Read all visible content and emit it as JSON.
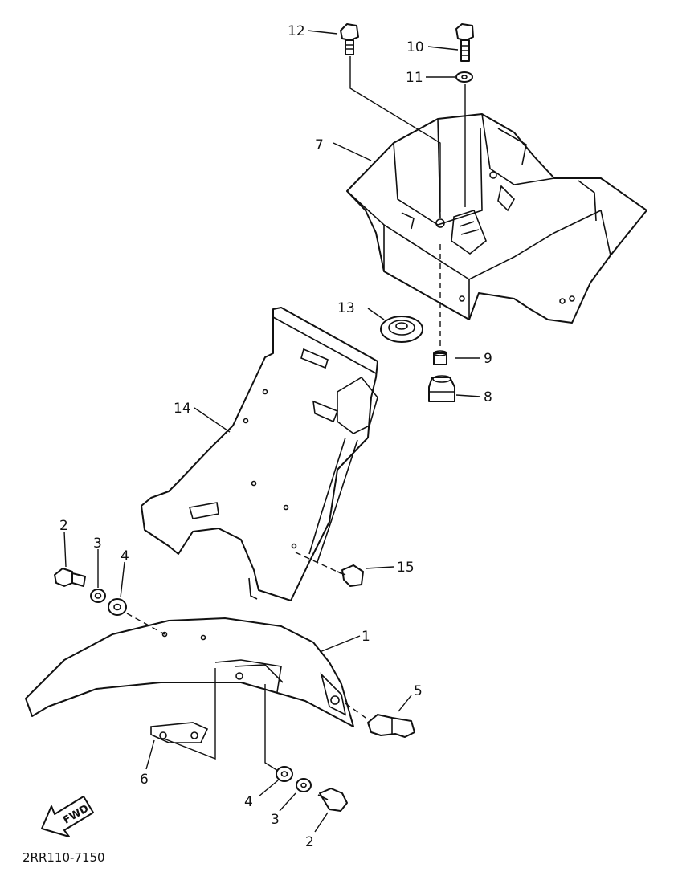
{
  "drawing_code": "2RR110-7150",
  "direction_label": "FWD",
  "callouts": {
    "p1": "1",
    "p2a": "2",
    "p2b": "2",
    "p3a": "3",
    "p3b": "3",
    "p4a": "4",
    "p4b": "4",
    "p5": "5",
    "p6": "6",
    "p7": "7",
    "p8": "8",
    "p9": "9",
    "p10": "10",
    "p11": "11",
    "p12": "12",
    "p13": "13",
    "p14": "14",
    "p15": "15"
  }
}
